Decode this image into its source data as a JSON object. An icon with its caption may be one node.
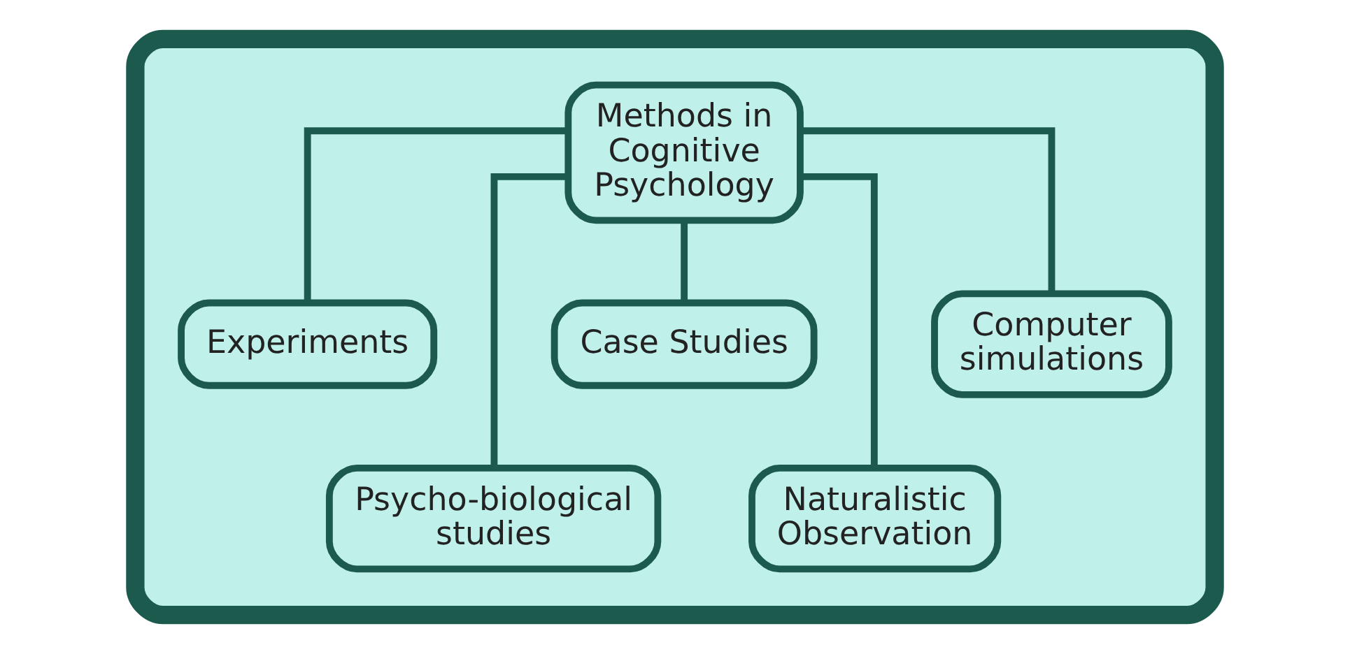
{
  "diagram": {
    "nodes": [
      {
        "text": [],
        "shape": "box"
      },
      {
        "text": [
          "Methods in Cognitive Psychology"
        ],
        "in": 0
      },
      {
        "text": [
          "Experiments"
        ],
        "in": 0
      },
      {
        "text": [
          "Psycho-biological studies"
        ],
        "in": 0
      },
      {
        "text": [
          "Case Studies"
        ],
        "in": 0
      },
      {
        "text": [
          "Naturalistic Observation"
        ],
        "in": 0
      },
      {
        "text": [
          "Computer simulations"
        ],
        "in": 0
      }
    ],
    "edges": [
      {
        "from": 1,
        "to": 2,
        "arrow": "none"
      },
      {
        "from": 1,
        "to": 3,
        "arrow": "none"
      },
      {
        "from": 1,
        "to": 4,
        "arrow": "none"
      },
      {
        "from": 1,
        "to": 5,
        "arrow": "none"
      },
      {
        "from": 1,
        "to": 6,
        "arrow": "none"
      }
    ]
  }
}
